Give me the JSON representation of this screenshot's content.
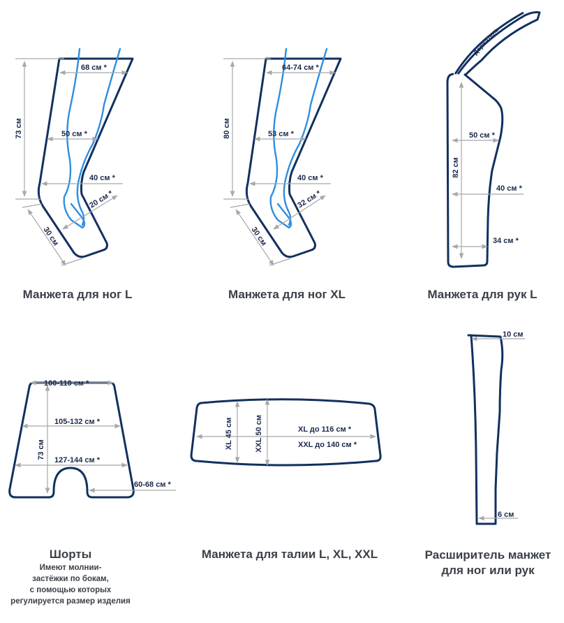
{
  "colors": {
    "outline": "#12305f",
    "leg_line": "#2e8ee0",
    "dimension": "#a8a8a8",
    "text": "#3a3f48"
  },
  "items": [
    {
      "caption": "Манжета для ног L",
      "labels": {
        "top": "68 см *",
        "height": "73 см",
        "mid": "50 см *",
        "knee": "40 см *",
        "ankle": "20 см *",
        "foot": "30 см"
      }
    },
    {
      "caption": "Манжета для ног XL",
      "labels": {
        "top": "64-74 см *",
        "height": "80 см",
        "mid": "53 см *",
        "knee": "40 см *",
        "ankle": "32 см *",
        "foot": "30 см"
      }
    },
    {
      "caption": "Манжета для рук L",
      "labels": {
        "holder": "Держатель",
        "height": "82 см",
        "upper": "50 см *",
        "mid": "40 см *",
        "lower": "34 см *"
      }
    },
    {
      "caption": "Шорты",
      "note": [
        "Имеют молнии-",
        "застёжки по бокам,",
        "с помощью которых",
        "регулируется размер изделия"
      ],
      "labels": {
        "top": "100-110 см *",
        "height": "73 см",
        "mid": "105-132 см *",
        "low": "127-144 см *",
        "leg": "60-68 см *"
      }
    },
    {
      "caption": "Манжета для талии L, XL, XXL",
      "labels": {
        "xl_height": "XL 45 см",
        "xxl_height": "XXL 50 см",
        "xl_width": "XL до 116 см *",
        "xxl_width": "XXL до 140 см *"
      }
    },
    {
      "caption": [
        "Расширитель манжет",
        "для ног или рук"
      ],
      "labels": {
        "top": "10 см",
        "bottom": "6 см"
      }
    }
  ]
}
